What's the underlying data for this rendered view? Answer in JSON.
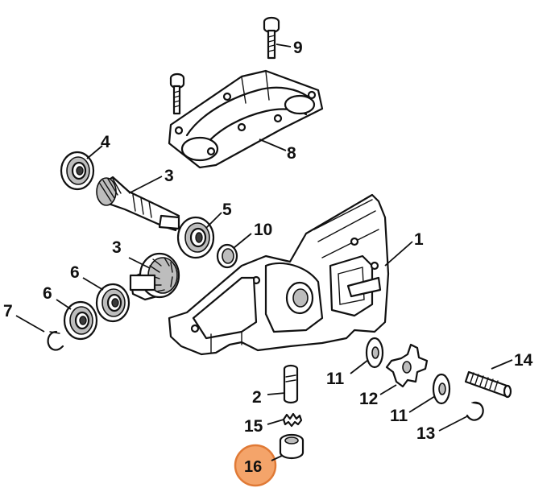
{
  "callouts": [
    {
      "id": "c1",
      "label": "1"
    },
    {
      "id": "c2",
      "label": "2"
    },
    {
      "id": "c3a",
      "label": "3"
    },
    {
      "id": "c3b",
      "label": "3"
    },
    {
      "id": "c4",
      "label": "4"
    },
    {
      "id": "c5",
      "label": "5"
    },
    {
      "id": "c6a",
      "label": "6"
    },
    {
      "id": "c6b",
      "label": "6"
    },
    {
      "id": "c7",
      "label": "7"
    },
    {
      "id": "c8",
      "label": "8"
    },
    {
      "id": "c9",
      "label": "9"
    },
    {
      "id": "c10",
      "label": "10"
    },
    {
      "id": "c11a",
      "label": "11"
    },
    {
      "id": "c11b",
      "label": "11"
    },
    {
      "id": "c12",
      "label": "12"
    },
    {
      "id": "c13",
      "label": "13"
    },
    {
      "id": "c14",
      "label": "14"
    },
    {
      "id": "c15",
      "label": "15"
    },
    {
      "id": "c16",
      "label": "16"
    }
  ],
  "highlight": {
    "label": "16",
    "color": "#f4a46a",
    "border": "#e07a36"
  }
}
